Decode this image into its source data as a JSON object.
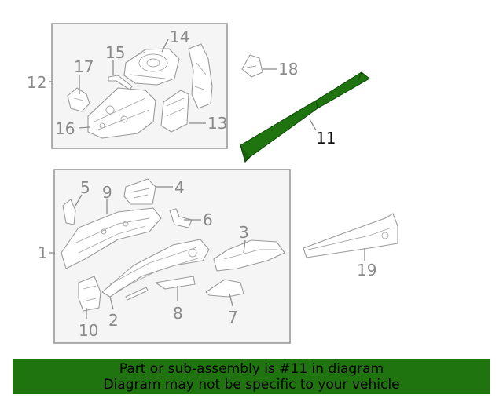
{
  "callouts": {
    "c1": "1",
    "c2": "2",
    "c3": "3",
    "c4": "4",
    "c5": "5",
    "c6": "6",
    "c7": "7",
    "c8": "8",
    "c9": "9",
    "c10": "10",
    "c11": "11",
    "c12": "12",
    "c13": "13",
    "c14": "14",
    "c15": "15",
    "c16": "16",
    "c17": "17",
    "c18": "18",
    "c19": "19"
  },
  "highlight_color": "#1f7410",
  "banner": {
    "line1": "Part or sub-assembly is #11 in diagram",
    "line2": "Diagram may not be specific to your vehicle",
    "background": "#1f7410"
  }
}
